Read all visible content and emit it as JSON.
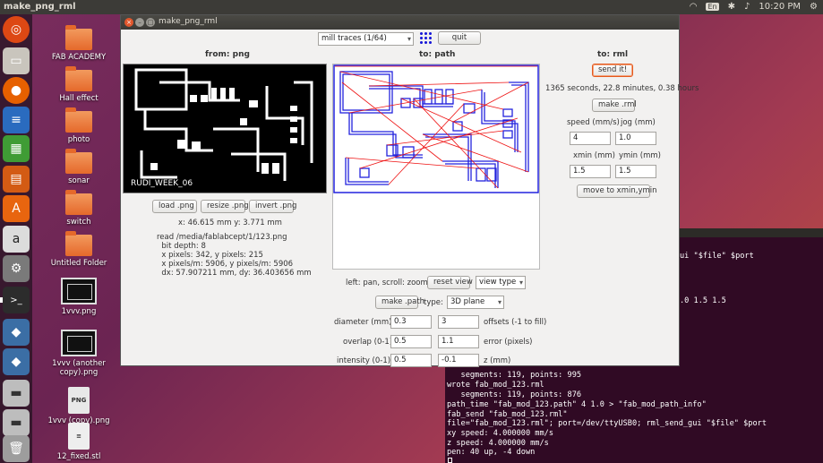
{
  "topbar": {
    "app_title": "make_png_rml",
    "kb": "En",
    "clock": "10:20 PM"
  },
  "launcher": {
    "icons": [
      "ubuntu-icon",
      "files-icon",
      "firefox-icon",
      "writer-icon",
      "calc-icon",
      "impress-icon",
      "software-center-icon",
      "amazon-icon",
      "settings-icon",
      "terminal-icon",
      "python-icon",
      "python-icon",
      "drive-icon",
      "drive-icon",
      "trash-icon"
    ]
  },
  "desktop": {
    "icons": [
      {
        "label": "FAB ACADEMY",
        "kind": "folder"
      },
      {
        "label": "Hall effect",
        "kind": "folder"
      },
      {
        "label": "photo",
        "kind": "folder"
      },
      {
        "label": "sonar",
        "kind": "folder"
      },
      {
        "label": "switch",
        "kind": "folder"
      },
      {
        "label": "Untitled Folder",
        "kind": "folder"
      },
      {
        "label": "1vvv.png",
        "kind": "image"
      },
      {
        "label": "1vvv (another copy).png",
        "kind": "image"
      },
      {
        "label": "1vvv (copy).png",
        "kind": "png"
      },
      {
        "label": "12_fixed.stl",
        "kind": "stl"
      }
    ]
  },
  "window": {
    "title": "make_png_rml",
    "mode_select": "mill traces (1/64)",
    "quit_label": "quit",
    "from_header": "from: png",
    "to_path_header": "to: path",
    "to_rml_header": "to: rml",
    "png_caption": "RUDI_WEEK_06",
    "load_label": "load .png",
    "resize_label": "resize .png",
    "invert_label": "invert .png",
    "coords": "x: 46.615 mm  y: 3.771 mm",
    "info_lines": [
      "read /media/fablabcept/1/123.png",
      "  bit depth: 8",
      "  x pixels: 342, y pixels: 215",
      "  x pixels/m: 5906, y pixels/m: 5906",
      "  dx: 57.907211 mm, dy: 36.403656 mm"
    ],
    "send_label": "send it!",
    "time_estimate": "1365 seconds, 22.8 minutes, 0.38 hours",
    "make_rml_label": "make .rml",
    "speed_label": "speed (mm/s)",
    "jog_label": "jog (mm)",
    "speed_value": "4",
    "jog_value": "1.0",
    "xmin_label": "xmin (mm)",
    "ymin_label": "ymin (mm)",
    "xmin_value": "1.5",
    "ymin_value": "1.5",
    "move_label": "move to xmin,ymin",
    "pan_hint": "left: pan, scroll: zoom",
    "reset_view_label": "reset view",
    "view_type_label": "view type",
    "make_path_label": "make .path",
    "type_label": "type:",
    "type_value": "3D plane",
    "diameter_label": "diameter (mm)",
    "diameter_value": "0.3",
    "offsets_value": "3",
    "offsets_label": "offsets (-1 to fill)",
    "overlap_label": "overlap (0-1)",
    "overlap_value": "0.5",
    "error_value": "1.1",
    "error_label": "error (pixels)",
    "intensity_label": "intensity (0-1)",
    "intensity_value": "0.5",
    "z_value": "-0.1",
    "z_label": "z (mm)"
  },
  "terminal": {
    "partial_lines": [
      "ui \"$file\" $port",
      ".0 1.5 1.5"
    ],
    "lines": [
      "   segments: 119, points: 995",
      "wrote fab_mod_123.rml",
      "   segments: 119, points: 876",
      "path_time \"fab_mod_123.path\" 4 1.0 > \"fab_mod_path_info\"",
      "fab_send \"fab_mod_123.rml\"",
      "file=\"fab_mod_123.rml\"; port=/dev/ttyUSB0; rml_send_gui \"$file\" $port",
      "xy speed: 4.000000 mm/s",
      "z speed: 4.000000 mm/s",
      "pen: 40 up, -4 down"
    ]
  },
  "colors": {
    "accent": "#e4591d",
    "path_blue": "#2222dd",
    "path_red": "#ee1111",
    "terminal_bg": "#300a24"
  }
}
